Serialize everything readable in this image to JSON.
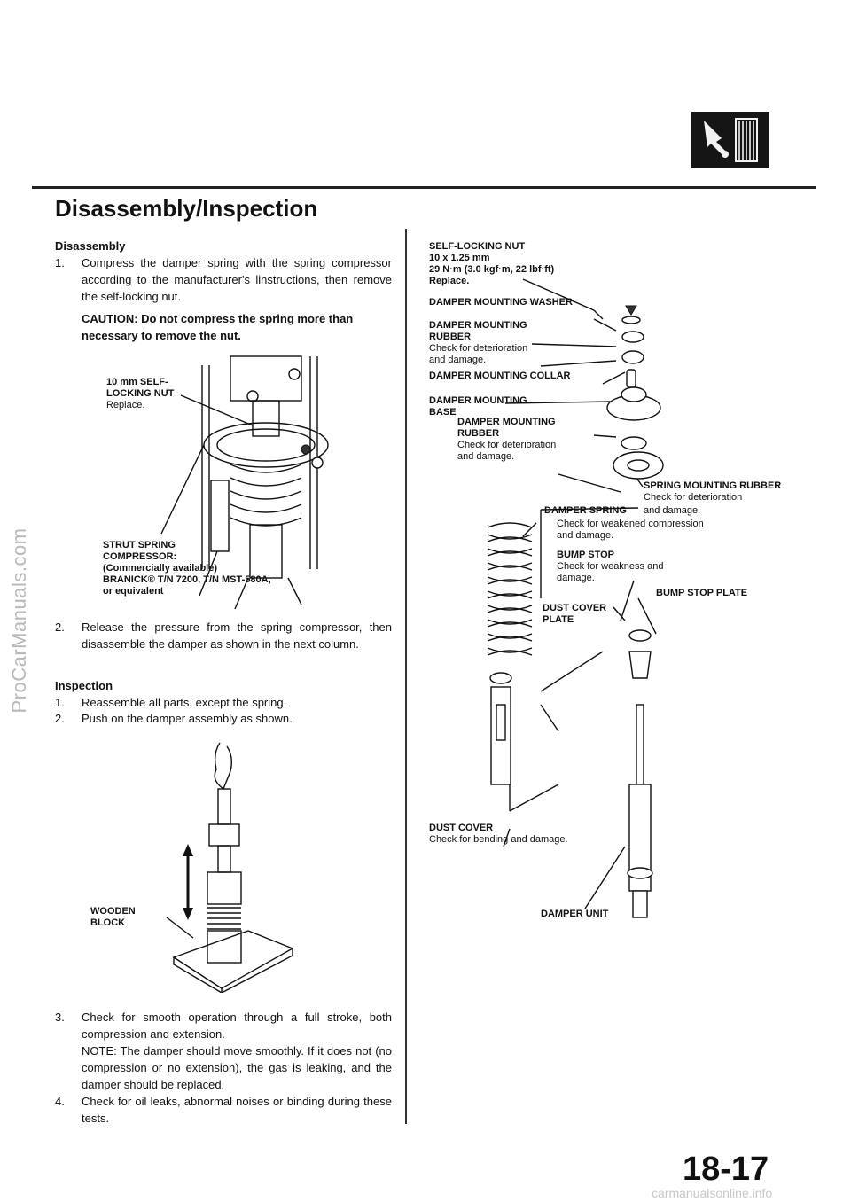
{
  "watermark": "ProCarManuals.com",
  "section_icon": "shock-absorber-icon",
  "title": "Disassembly/Inspection",
  "disassembly": {
    "heading": "Disassembly",
    "step1_num": "1.",
    "step1_text": "Compress the damper spring with the spring compressor according to the manufacturer's linstructions, then remove the self-locking nut.",
    "caution": "CAUTION: Do not compress the spring more than necessary to remove the nut.",
    "fig1": {
      "nut_label_1": "10 mm SELF-",
      "nut_label_2": "LOCKING NUT",
      "nut_note": "Replace.",
      "tool_1": "STRUT SPRING",
      "tool_2": "COMPRESSOR:",
      "tool_3": "(Commercially available)",
      "tool_4": "BRANICK® T/N 7200, T/N MST-580A,",
      "tool_5": "or equivalent"
    },
    "step2_num": "2.",
    "step2_text": "Release the pressure from the spring compressor, then disassemble the damper as shown in the next column."
  },
  "inspection": {
    "heading": "Inspection",
    "step1_num": "1.",
    "step1_text": "Reassemble all parts, except the spring.",
    "step2_num": "2.",
    "step2_text": "Push on the damper assembly as shown.",
    "fig_label_1": "WOODEN",
    "fig_label_2": "BLOCK",
    "step3_num": "3.",
    "step3_text": "Check for smooth operation through a full stroke, both compression and extension.",
    "note": "NOTE: The damper should move smoothly. If it does not (no compression or no extension), the gas is leaking, and the damper should be replaced.",
    "step4_num": "4.",
    "step4_text": "Check for oil leaks, abnormal noises or binding during these tests."
  },
  "exploded": {
    "nut_1": "SELF-LOCKING NUT",
    "nut_2": "10 x 1.25 mm",
    "nut_3": "29 N·m (3.0 kgf·m, 22 lbf·ft)",
    "nut_4": "Replace.",
    "washer": "DAMPER MOUNTING WASHER",
    "rubber_1": "DAMPER MOUNTING",
    "rubber_2": "RUBBER",
    "rubber_3": "Check for deterioration",
    "rubber_4": "and damage.",
    "collar": "DAMPER MOUNTING COLLAR",
    "base_1": "DAMPER MOUNTING",
    "base_2": "BASE",
    "rubber2_1": "DAMPER MOUNTING",
    "rubber2_2": "RUBBER",
    "rubber2_3": "Check for deterioration",
    "rubber2_4": "and damage.",
    "spring_rubber_1": "SPRING MOUNTING RUBBER",
    "spring_rubber_2": "Check for deterioration",
    "spring_rubber_3": "and damage.",
    "spring_1": "DAMPER SPRING",
    "spring_2": "Check for weakened compression",
    "spring_3": "and damage.",
    "bump_1": "BUMP STOP",
    "bump_2": "Check for weakness and",
    "bump_3": "damage.",
    "bump_plate": "BUMP STOP PLATE",
    "dust_plate_1": "DUST COVER",
    "dust_plate_2": "PLATE",
    "dust_1": "DUST COVER",
    "dust_2": "Check for bending and damage.",
    "unit": "DAMPER UNIT"
  },
  "page_number": "18-17",
  "footer": "carmanualsonline.info"
}
